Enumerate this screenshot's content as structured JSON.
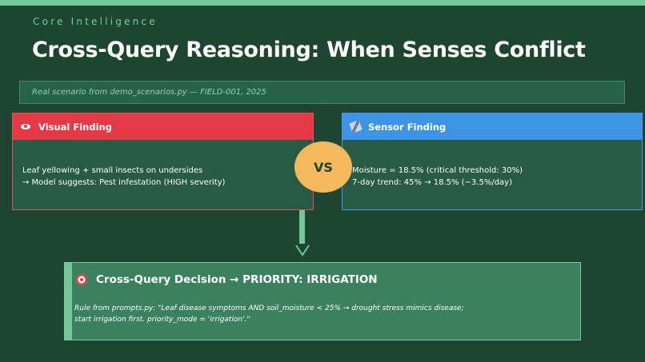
{
  "header": {
    "eyebrow": "Core Intelligence",
    "title": "Cross-Query Reasoning: When Senses Conflict",
    "source": "Real scenario from demo_scenarios.py — FIELD-001, 2025"
  },
  "visual_card": {
    "icon": "eye-icon",
    "title": "Visual Finding",
    "line1": "Leaf yellowing + small insects on undersides",
    "line2": "→ Model suggests: Pest infestation (HIGH severity)",
    "accent_color": "#e63946"
  },
  "vs_label": "VS",
  "sensor_card": {
    "icon": "satellite-icon",
    "title": "Sensor Finding",
    "line1": "Moisture = 18.5%  (critical threshold: 30%)",
    "line2": "7-day trend: 45% → 18.5% (−3.5%/day)",
    "accent_color": "#3e94e4"
  },
  "decision": {
    "icon": "target-icon",
    "title": "Cross-Query Decision  →  PRIORITY: IRRIGATION",
    "rule_line1": "Rule from prompts.py: \"Leaf disease symptoms AND soil_moisture < 25% → drought stress mimics disease;",
    "rule_line2": "start irrigation first. priority_mode = 'irrigation'.\""
  },
  "colors": {
    "background": "#1d4531",
    "accent_green": "#74c796",
    "vs_orange": "#f4b95c"
  }
}
